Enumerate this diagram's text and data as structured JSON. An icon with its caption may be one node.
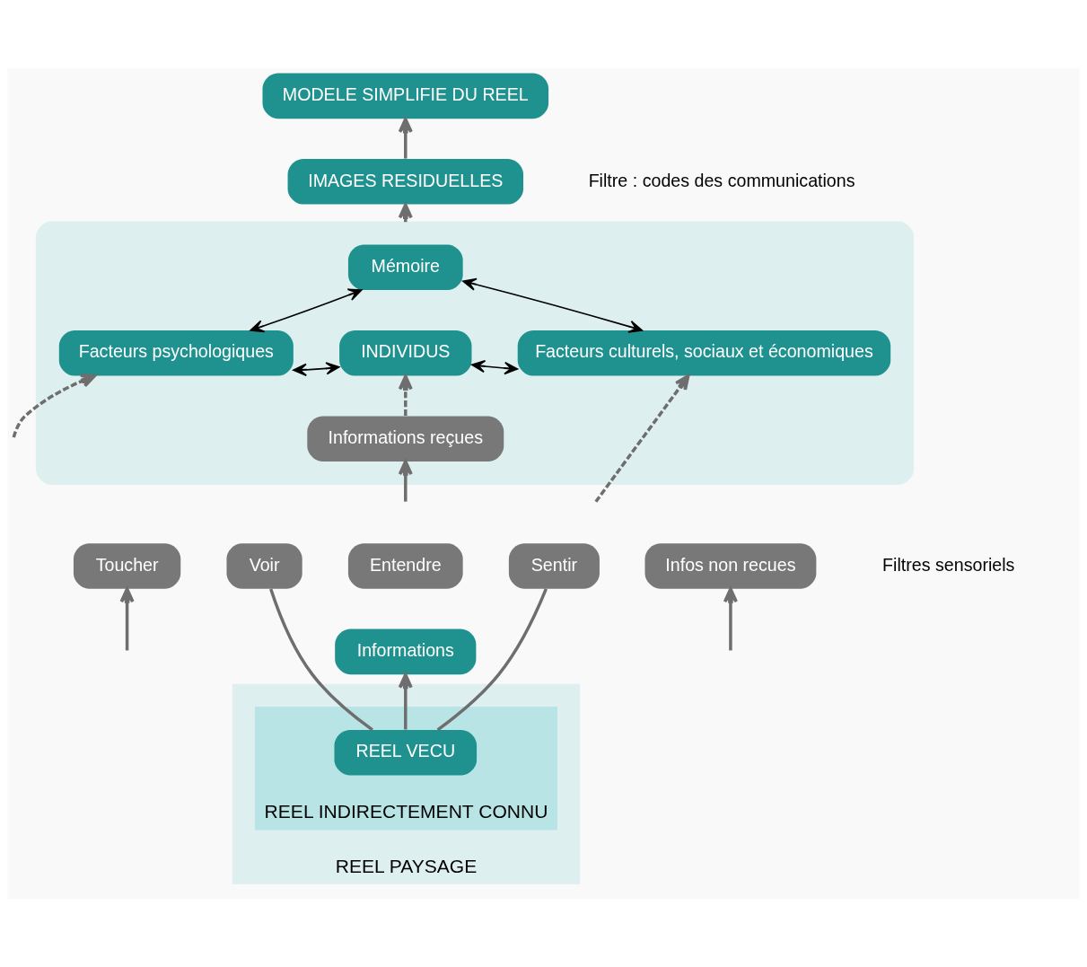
{
  "diagram": {
    "nodes": [
      {
        "text": [
          "MODELE SIMPLIFIE DU REEL"
        ]
      },
      {
        "text": [
          "IMAGES RESIDUELLES"
        ]
      },
      {
        "text": [],
        "shape": "box"
      },
      {
        "text": [
          "Mémoire"
        ],
        "in": 2
      },
      {
        "text": [
          "Facteurs psychologiques"
        ],
        "in": 2
      },
      {
        "text": [
          "INDIVIDUS"
        ],
        "in": 2
      },
      {
        "text": [
          "Facteurs culturels, sociaux et économiques"
        ],
        "in": 2
      },
      {
        "text": [
          "Informations reçues"
        ],
        "in": 2
      },
      {
        "text": [
          "Toucher"
        ]
      },
      {
        "text": [
          "Voir"
        ]
      },
      {
        "text": [
          "Entendre"
        ]
      },
      {
        "text": [
          "Sentir"
        ]
      },
      {
        "text": [
          "Infos non recues"
        ]
      },
      {
        "text": [
          "Informations"
        ]
      },
      {
        "text": [
          "REEL PAYSAGE"
        ]
      },
      {
        "text": [
          "REEL INDIRECTEMENT CONNU"
        ],
        "in": 14
      },
      {
        "text": [
          "REEL VECU"
        ],
        "in": 15
      }
    ],
    "edges": [
      {
        "from": 1,
        "to": 0,
        "arrow": "to"
      },
      {
        "from": 2,
        "to": 1,
        "arrow": "to"
      },
      {
        "from": 3,
        "to": 4,
        "arrow": "both",
        "color": "#000000"
      },
      {
        "from": 3,
        "to": 6,
        "arrow": "both",
        "color": "#000000"
      },
      {
        "from": 4,
        "to": 5,
        "arrow": "both",
        "color": "#000000"
      },
      {
        "from": 5,
        "to": 6,
        "arrow": "both",
        "color": "#000000"
      },
      {
        "from": null,
        "to": 4,
        "arrow": "to",
        "style": "dashed"
      },
      {
        "from": null,
        "to": 7,
        "arrow": "to"
      },
      {
        "from": 7,
        "to": 5,
        "arrow": "to",
        "style": "dashed"
      },
      {
        "from": null,
        "to": 6,
        "arrow": "to",
        "style": "dashed"
      },
      {
        "from": 16,
        "to": 9,
        "arrow": "none"
      },
      {
        "from": 16,
        "to": 11,
        "arrow": "none"
      },
      {
        "from": 16,
        "to": 13,
        "arrow": "to"
      },
      {
        "from": null,
        "to": 8,
        "arrow": "to"
      },
      {
        "from": null,
        "to": 12,
        "arrow": "to"
      }
    ],
    "labels": [
      "Filtre : codes des communications",
      "Filtres sensoriels"
    ]
  }
}
